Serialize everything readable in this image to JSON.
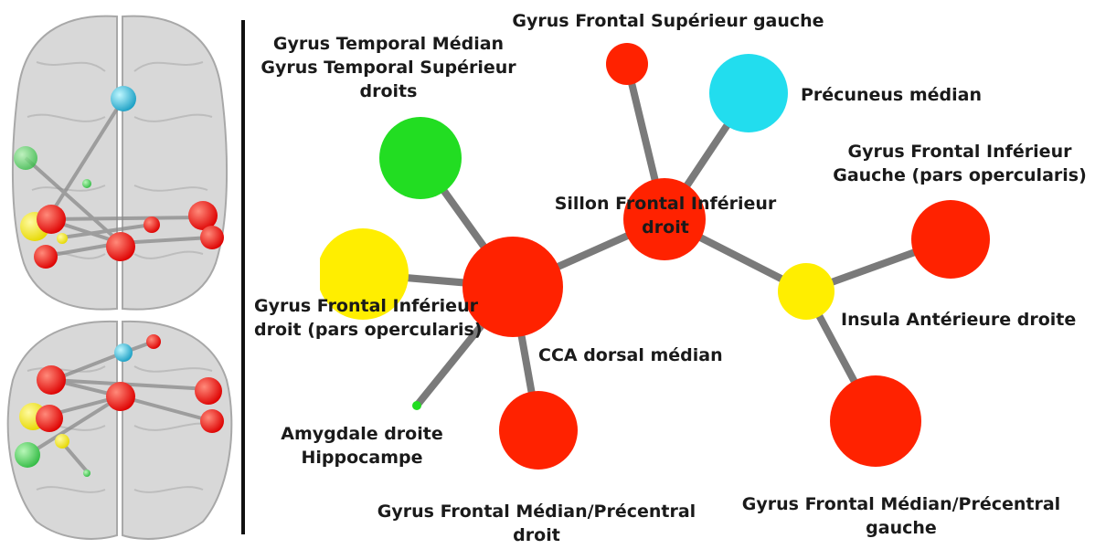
{
  "colors": {
    "red": "#ff2200",
    "green": "#22dd22",
    "yellow": "#ffee00",
    "cyan": "#22ddee",
    "edge": "#7a7a7a"
  },
  "nodes": [
    {
      "id": "gfs-gauche",
      "color": "red",
      "label": "Gyrus Frontal Supérieur gauche"
    },
    {
      "id": "precuneus",
      "color": "cyan",
      "label": "Précuneus médian"
    },
    {
      "id": "gtm",
      "color": "green",
      "label_lines": [
        "Gyrus Temporal Médian",
        "Gyrus Temporal Supérieur",
        "droits"
      ]
    },
    {
      "id": "sfi",
      "color": "red",
      "label_lines": [
        "Sillon Frontal Inférieur",
        "droit"
      ]
    },
    {
      "id": "gfi-gauche",
      "color": "red",
      "label_lines": [
        "Gyrus Frontal Inférieur",
        "Gauche (pars opercularis)"
      ]
    },
    {
      "id": "gfi-droit",
      "color": "yellow",
      "label_lines": [
        "Gyrus Frontal Inférieur",
        "droit (pars opercularis)"
      ]
    },
    {
      "id": "cca",
      "color": "red",
      "label": "CCA dorsal médian"
    },
    {
      "id": "insula",
      "color": "yellow",
      "label": "Insula Antérieure droite"
    },
    {
      "id": "amygdale",
      "color": "green",
      "label_lines": [
        "Amygdale droite",
        "Hippocampe"
      ]
    },
    {
      "id": "gfm-droit",
      "color": "red",
      "label_lines": [
        "Gyrus Frontal Médian/Précentral",
        "droit"
      ]
    },
    {
      "id": "gfm-gauche",
      "color": "red",
      "label_lines": [
        "Gyrus Frontal Médian/Précentral",
        "gauche"
      ]
    }
  ],
  "edges": [
    [
      "cca",
      "sfi"
    ],
    [
      "cca",
      "gtm"
    ],
    [
      "cca",
      "gfi-droit"
    ],
    [
      "cca",
      "amygdale"
    ],
    [
      "cca",
      "gfm-droit"
    ],
    [
      "sfi",
      "gfs-gauche"
    ],
    [
      "sfi",
      "precuneus"
    ],
    [
      "sfi",
      "insula"
    ],
    [
      "insula",
      "gfi-gauche"
    ],
    [
      "insula",
      "gfm-gauche"
    ]
  ]
}
